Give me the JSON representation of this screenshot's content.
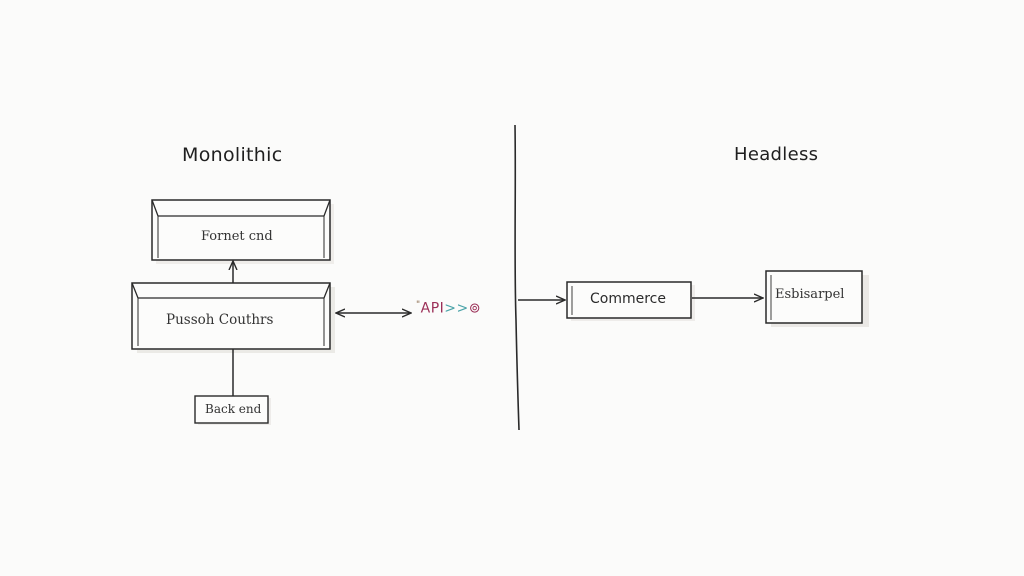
{
  "headings": {
    "monolithic": "Monolithic",
    "headless": "Headless"
  },
  "monolithic": {
    "front_end": "Fornet cnd",
    "middle": "Pussoh Couthrs",
    "back_end": "Back end"
  },
  "api": {
    "prefix": "\"",
    "word": "API",
    "arrows": ">>",
    "ring": "⊚"
  },
  "headless": {
    "commerce": "Commerce",
    "frontend": "Esbisarpel"
  },
  "colors": {
    "ink": "#2a2a2a",
    "api_text": "#9b2f57",
    "api_arrows": "#4aa3a8",
    "background": "#fbfbfa"
  }
}
